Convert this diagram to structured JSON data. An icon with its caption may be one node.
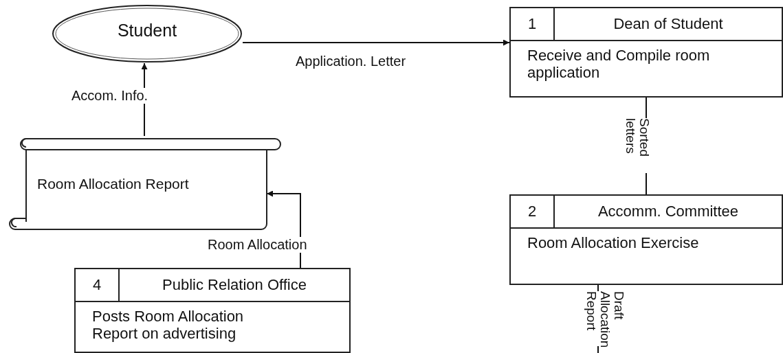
{
  "diagram": {
    "nodes": [
      {
        "text": [
          "Student"
        ]
      },
      {
        "text": [
          "1",
          "Dean of Student",
          "Receive and Compile room application"
        ]
      },
      {
        "text": [
          "2",
          "Accomm. Committee",
          "Room Allocation Exercise"
        ]
      },
      {
        "text": [
          "Room Allocation Report"
        ]
      },
      {
        "text": [
          "4",
          "Public Relation Office",
          "Posts Room Allocation Report on advertising"
        ]
      }
    ],
    "edges": [
      {
        "from": 0,
        "to": 1,
        "arrow": "to",
        "label": "Application. Letter"
      },
      {
        "from": 1,
        "to": 2,
        "arrow": "none",
        "label": "Sorted letters"
      },
      {
        "from": 2,
        "to": null,
        "arrow": "none",
        "label": "Draft Allocation Report"
      },
      {
        "from": 4,
        "to": 3,
        "arrow": "to",
        "label": "Room Allocation"
      },
      {
        "from": 3,
        "to": 0,
        "arrow": "to",
        "label": "Accom. Info."
      }
    ]
  }
}
